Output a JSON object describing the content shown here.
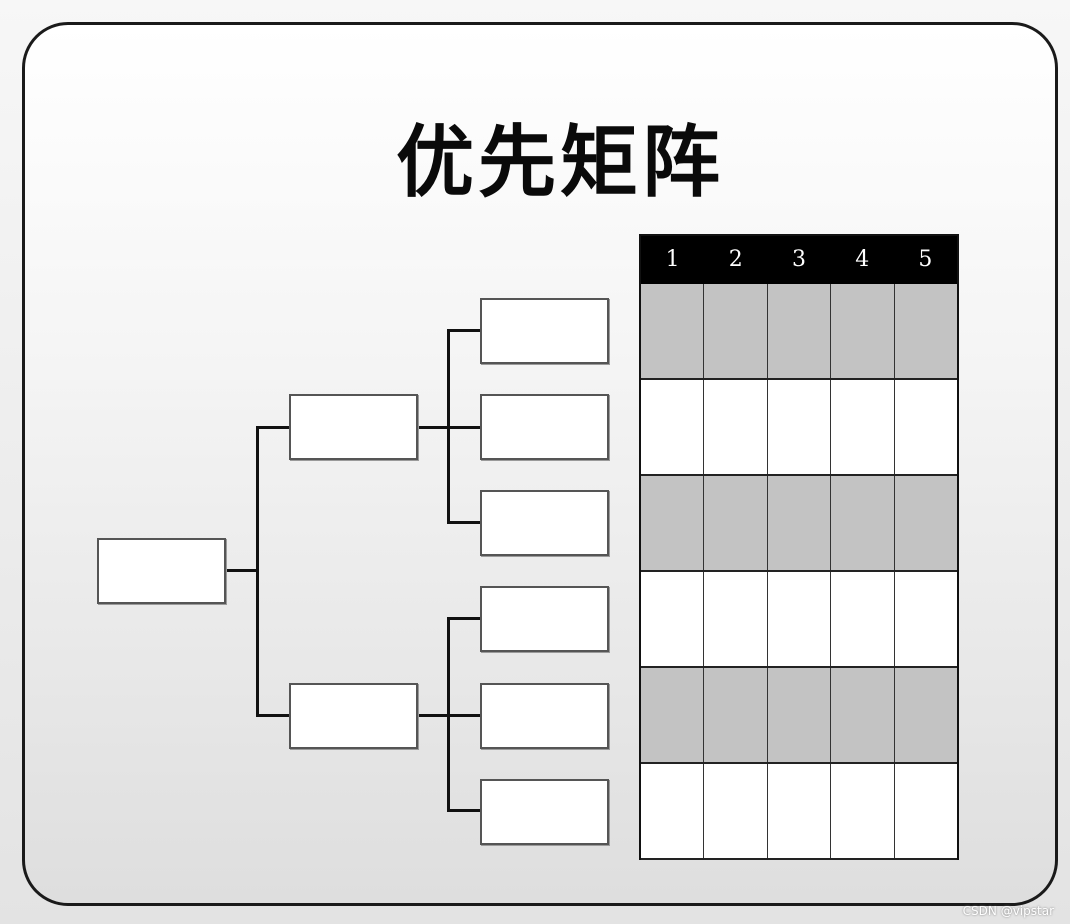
{
  "title": "优先矩阵",
  "matrix": {
    "columns": [
      "1",
      "2",
      "3",
      "4",
      "5"
    ],
    "row_shading": [
      "gray",
      "white",
      "gray",
      "white",
      "gray",
      "white"
    ]
  },
  "watermark": "CSDN @vipstar"
}
